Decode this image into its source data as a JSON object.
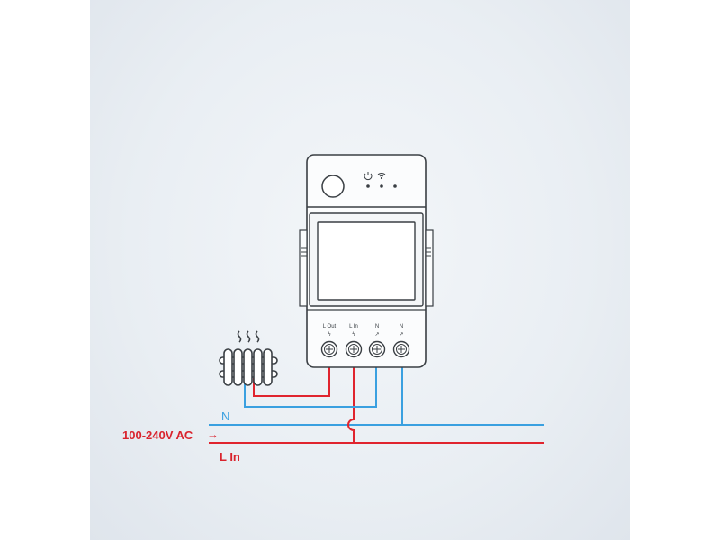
{
  "device": {
    "terminals": [
      {
        "label": "L Out",
        "symbol": "ϟ"
      },
      {
        "label": "L In",
        "symbol": "ϟ"
      },
      {
        "label": "N",
        "symbol": "↗"
      },
      {
        "label": "N",
        "symbol": "↗"
      }
    ]
  },
  "wires": {
    "neutral_label": "N",
    "supply_label": "100-240V AC",
    "line_label": "L In"
  },
  "colors": {
    "neutral": "#3aa0e0",
    "line": "#e0242e",
    "device_stroke": "#3a3f44",
    "label_red": "#d9232d"
  }
}
